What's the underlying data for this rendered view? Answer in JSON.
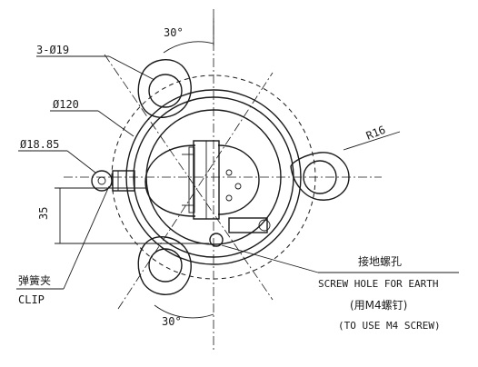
{
  "dimensions": {
    "holes": "3-Ø19",
    "outer_diameter": "Ø120",
    "clip_hole": "Ø18.85",
    "radius": "R16",
    "height": "35",
    "angle_top": "30°",
    "angle_bottom": "30°"
  },
  "labels": {
    "clip_cn": "弹簧夹",
    "clip_en": "CLIP",
    "earth_cn": "接地螺孔",
    "earth_en": "SCREW HOLE FOR EARTH",
    "m4_cn": "(用M4螺钉)",
    "m4_en": "(TO USE M4 SCREW)"
  }
}
